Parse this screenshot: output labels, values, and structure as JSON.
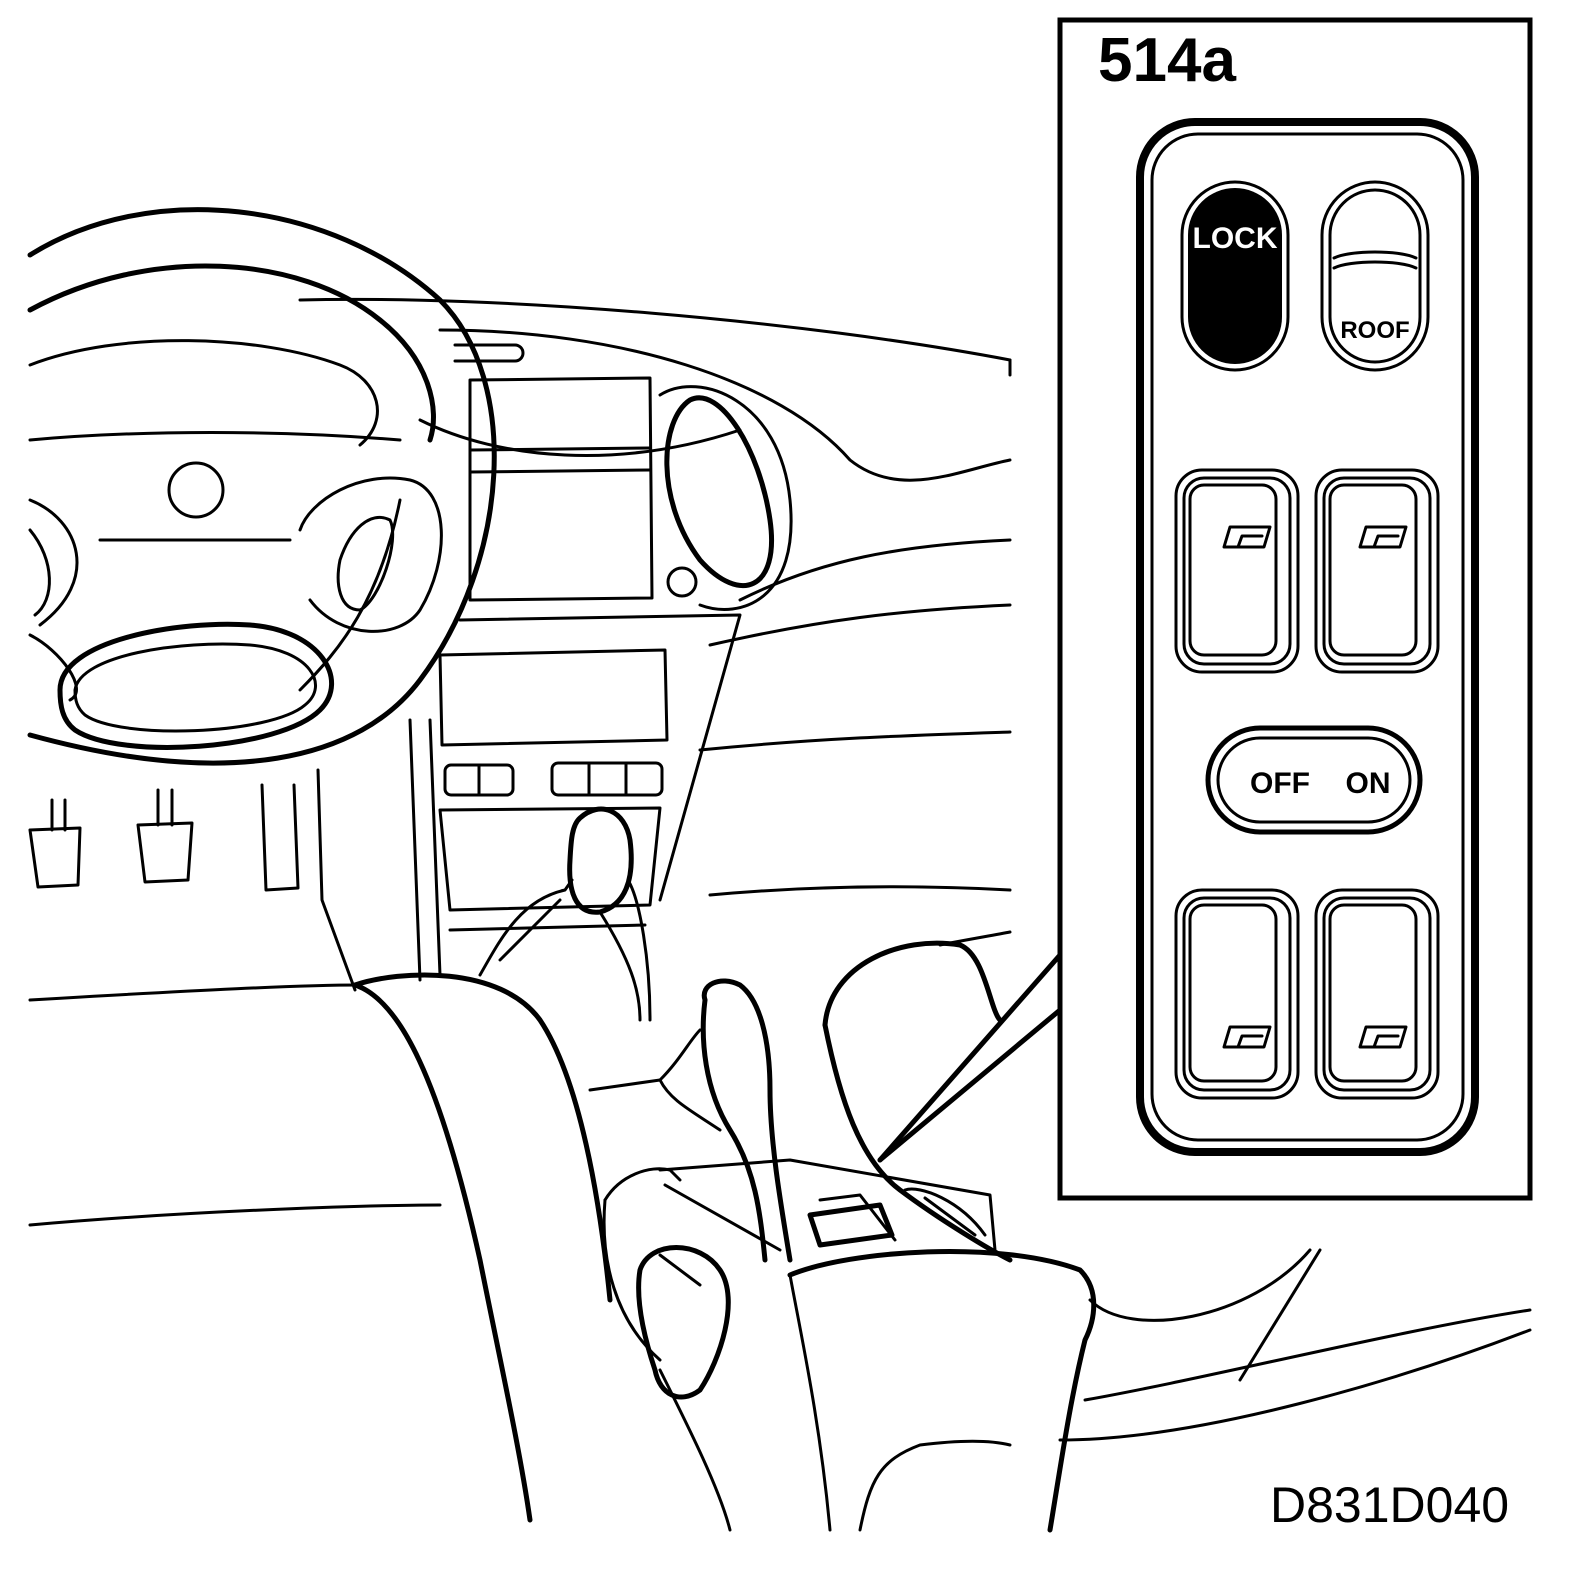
{
  "callout": {
    "label": "514a"
  },
  "figure": {
    "id": "D831D040"
  },
  "panel": {
    "lock_label": "LOCK",
    "roof_label": "ROOF",
    "off_label": "OFF",
    "on_label": "ON"
  },
  "icons": {
    "window_switch": "window-icon",
    "wheel": "steering-wheel-icon"
  },
  "colors": {
    "line": "#000000",
    "background": "#ffffff"
  }
}
